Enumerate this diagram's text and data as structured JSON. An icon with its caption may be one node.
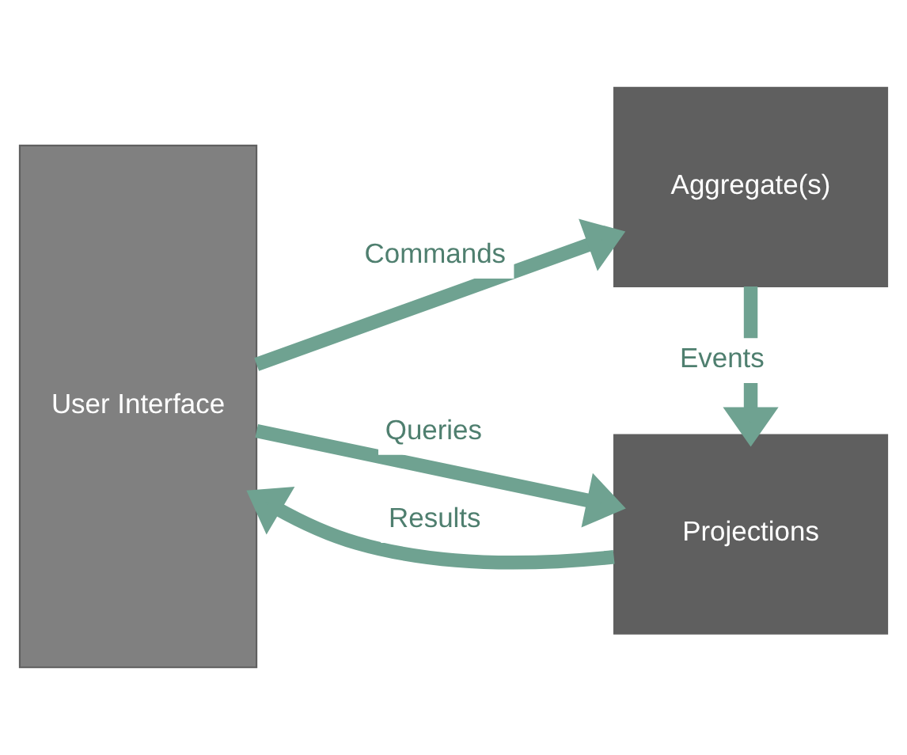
{
  "diagram": {
    "nodes": [
      {
        "text": [
          "User Interface"
        ]
      },
      {
        "text": [
          "Aggregate(s)"
        ]
      },
      {
        "text": [
          "Projections"
        ]
      }
    ],
    "edges": [
      {
        "from": 0,
        "to": 1,
        "arrow": "to",
        "label": "Commands"
      },
      {
        "from": 1,
        "to": 2,
        "arrow": "to",
        "label": "Events"
      },
      {
        "from": 0,
        "to": 2,
        "arrow": "to",
        "label": "Queries"
      },
      {
        "from": 2,
        "to": 0,
        "arrow": "to",
        "label": "Results"
      }
    ]
  }
}
